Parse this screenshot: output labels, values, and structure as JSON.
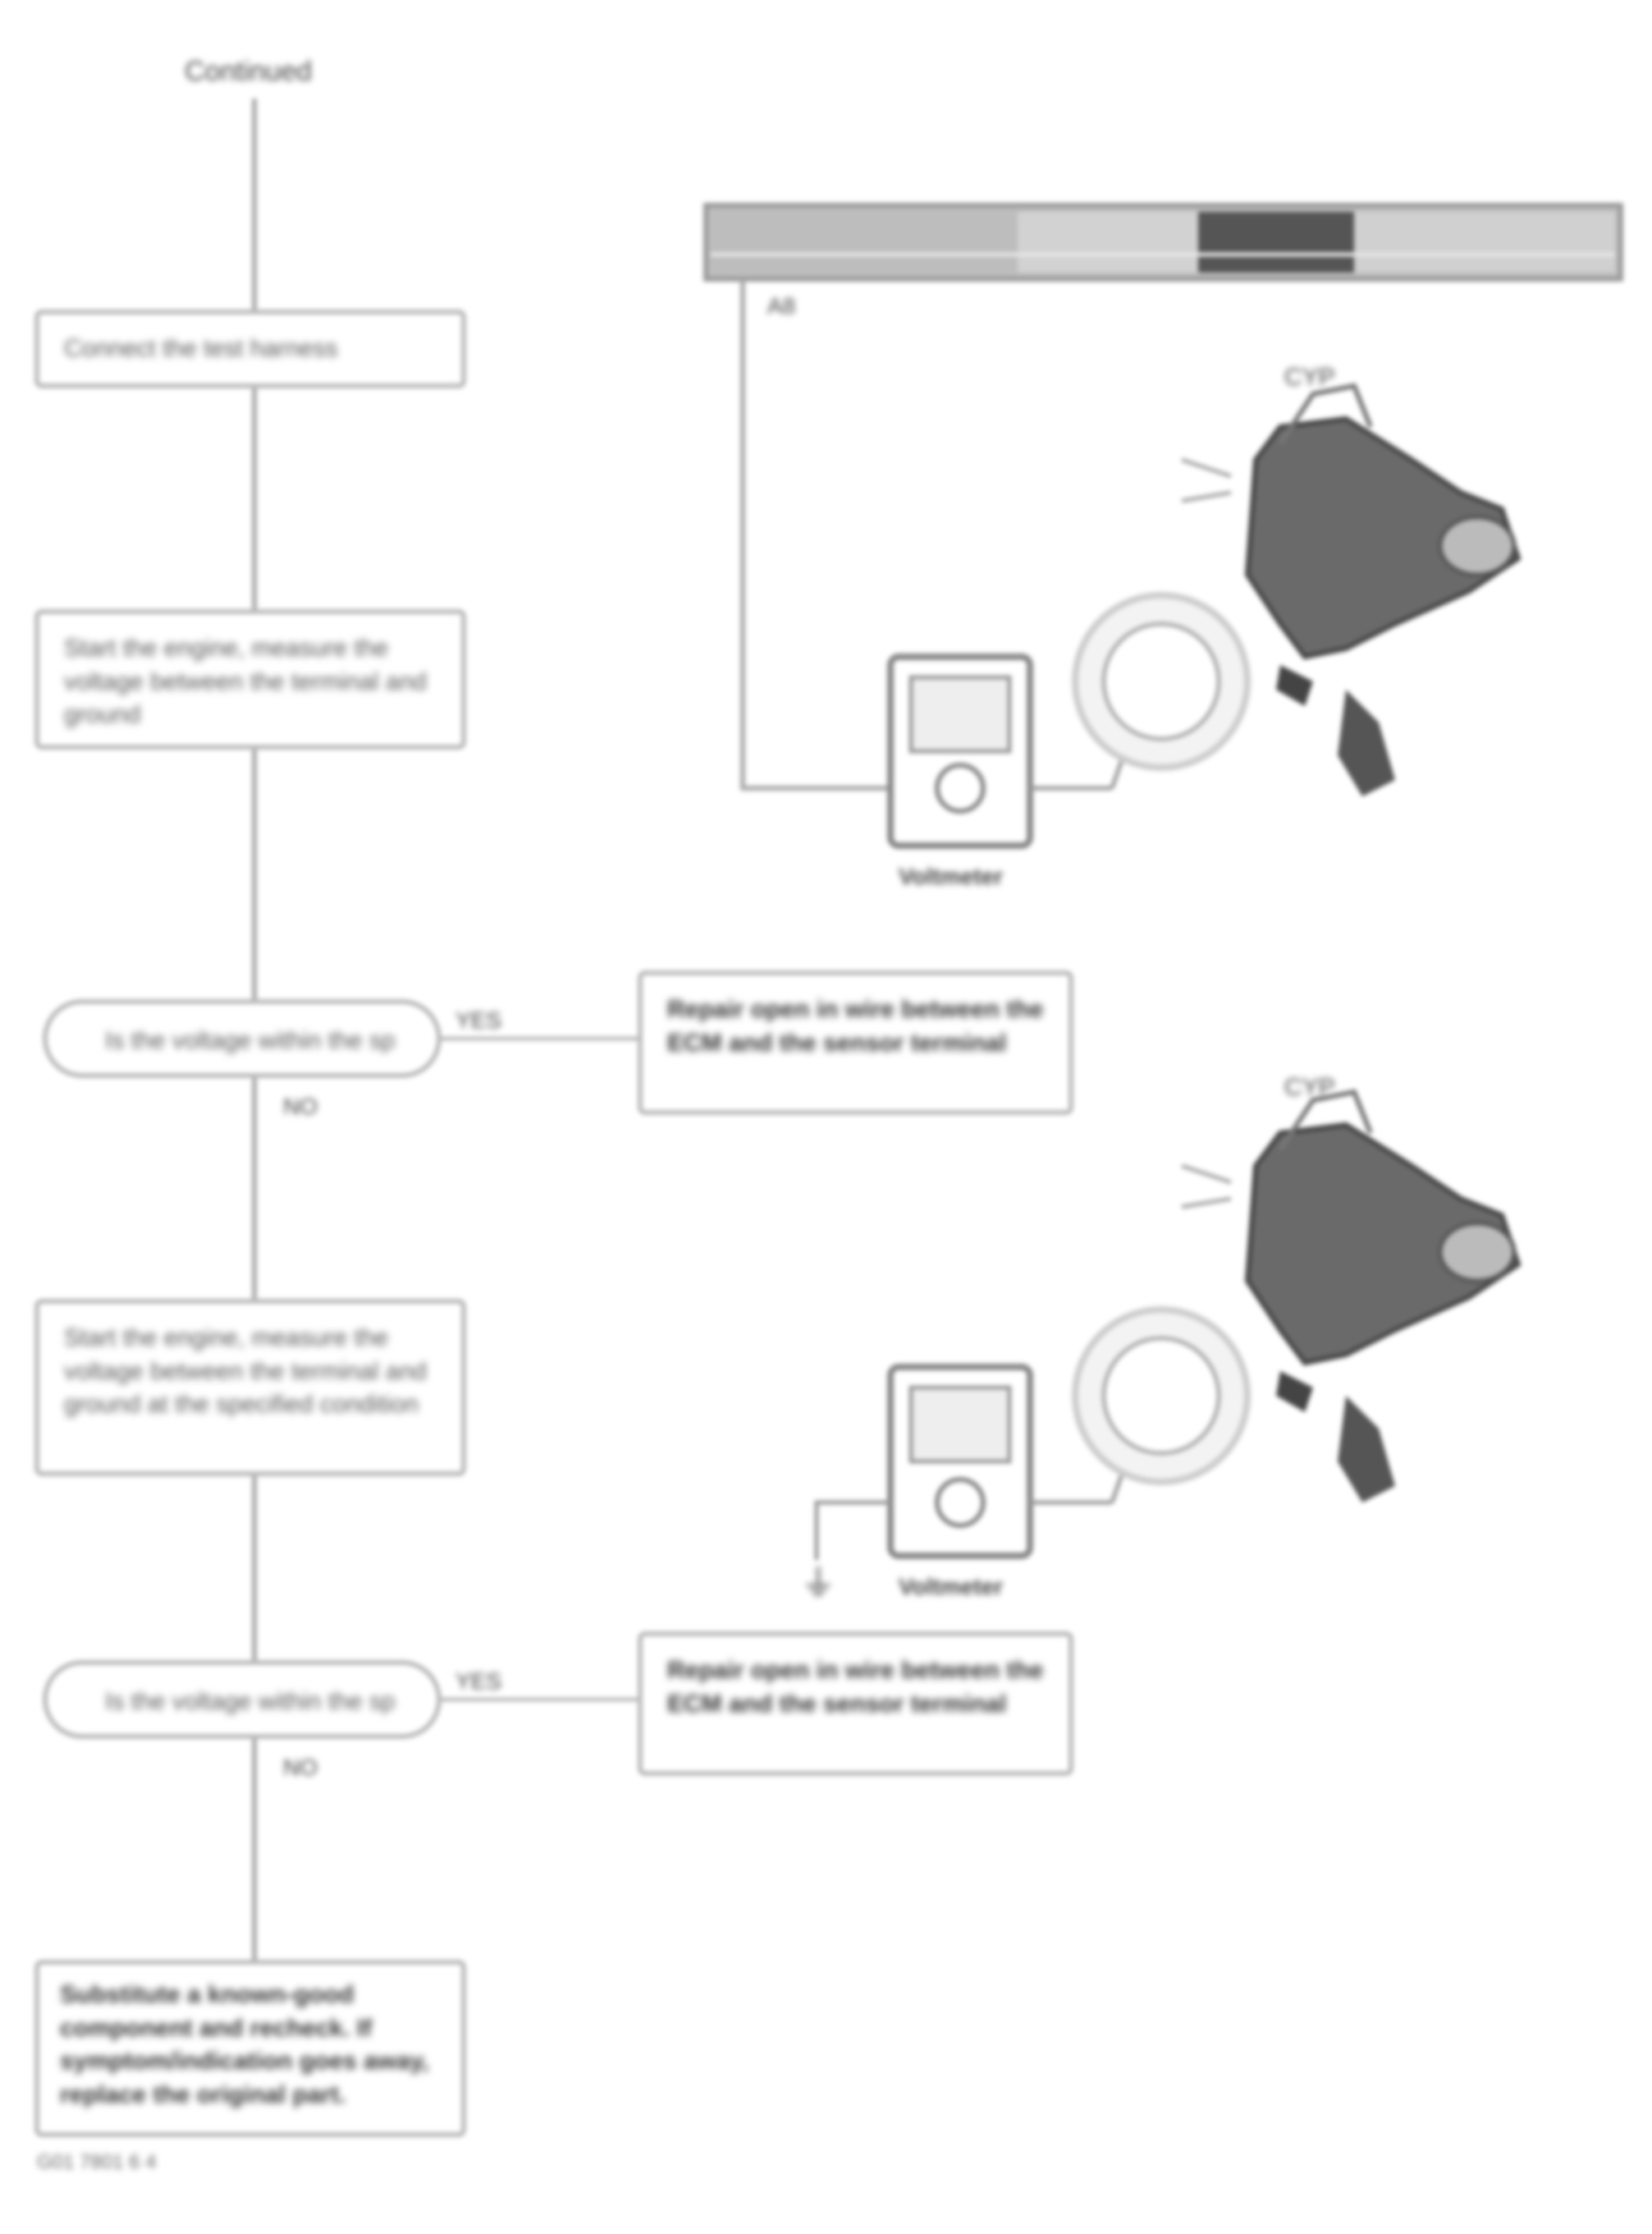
{
  "flow": {
    "start_label": "Continued",
    "steps": [
      {
        "text": "Connect the test harness"
      },
      {
        "text": "Start the engine, measure the voltage between the terminal and ground"
      },
      {
        "text": "Is the voltage within the specified range?"
      },
      {
        "text": "Start the engine, measure the voltage between the terminal and ground at the specified condition"
      },
      {
        "text": "Is the voltage within the specified range?"
      },
      {
        "text": "Substitute a known-good component and recheck. If symptom/indication goes away, replace the original part."
      }
    ],
    "side_boxes": [
      {
        "text": "Repair open in wire between the ECM and the sensor terminal"
      },
      {
        "text": "Repair open in wire between the ECM and the sensor terminal"
      }
    ],
    "branch_labels": {
      "no_1": "NO",
      "yes_1": "YES",
      "no_2": "NO",
      "yes_2": "YES"
    }
  },
  "illustrations": {
    "top_connector": {
      "terminal_label": "A8"
    },
    "meter_1": {
      "caption": "Voltmeter",
      "sensor_label": "CYP"
    },
    "meter_2": {
      "caption": "Voltmeter",
      "sensor_label": "CYP",
      "ground_label": "⏚"
    }
  },
  "footer": {
    "code": "G01 7801 6 4"
  }
}
